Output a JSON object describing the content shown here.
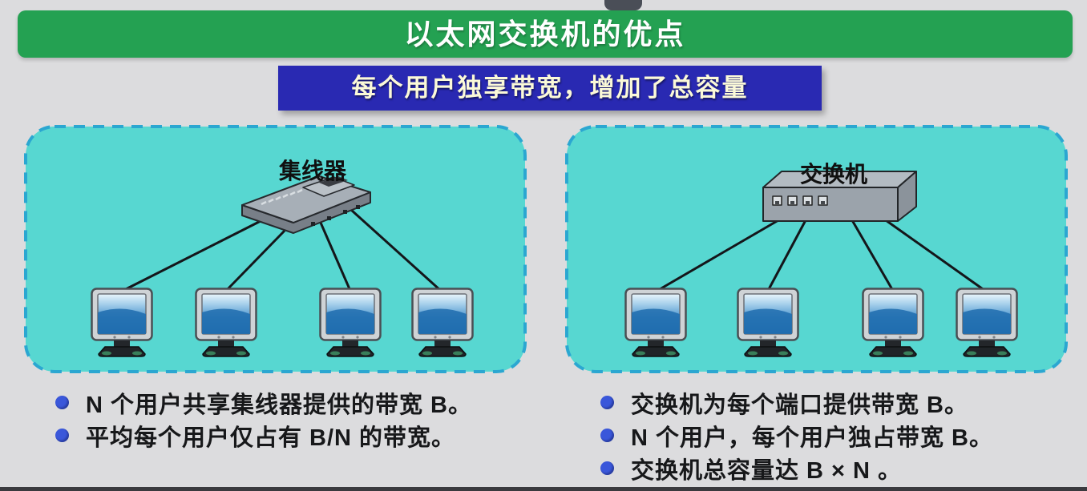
{
  "slide": {
    "title": "以太网交换机的优点",
    "subtitle": "每个用户独享带宽，增加了总容量"
  },
  "panels": {
    "hub": {
      "label": "集线器",
      "bullets": [
        "N 个用户共享集线器提供的带宽 B。",
        "平均每个用户仅占有 B/N 的带宽。"
      ]
    },
    "switch": {
      "label": "交换机",
      "bullets": [
        "交换机为每个端口提供带宽 B。",
        "N 个用户，每个用户独占带宽 B。",
        "交换机总容量达 B × N 。"
      ]
    }
  },
  "colors": {
    "background": "#dcdcde",
    "title_bg": "#24a152",
    "title_text": "#ffffff",
    "subtitle_bg": "#2929b2",
    "subtitle_text": "#fbf9d8",
    "panel_bg": "#57d7d1",
    "panel_border": "#2ba7d1",
    "bullet_dot": "#3a57da",
    "link_line": "#14161a"
  }
}
